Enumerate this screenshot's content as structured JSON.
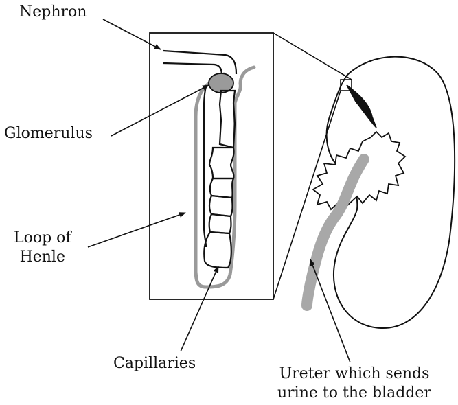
{
  "labels": {
    "nephron": "Nephron",
    "glomerulus": "Glomerulus",
    "loop_line1": "Loop of",
    "loop_line2": "Henle",
    "capillaries": "Capillaries",
    "ureter_line1": "Ureter which sends",
    "ureter_line2": "urine to the bladder"
  },
  "colors": {
    "line": "#111111",
    "capillary_gray": "#9a9a9a",
    "ureter_gray": "#a8a8a8",
    "glomerulus_gray": "#9a9a9a"
  }
}
